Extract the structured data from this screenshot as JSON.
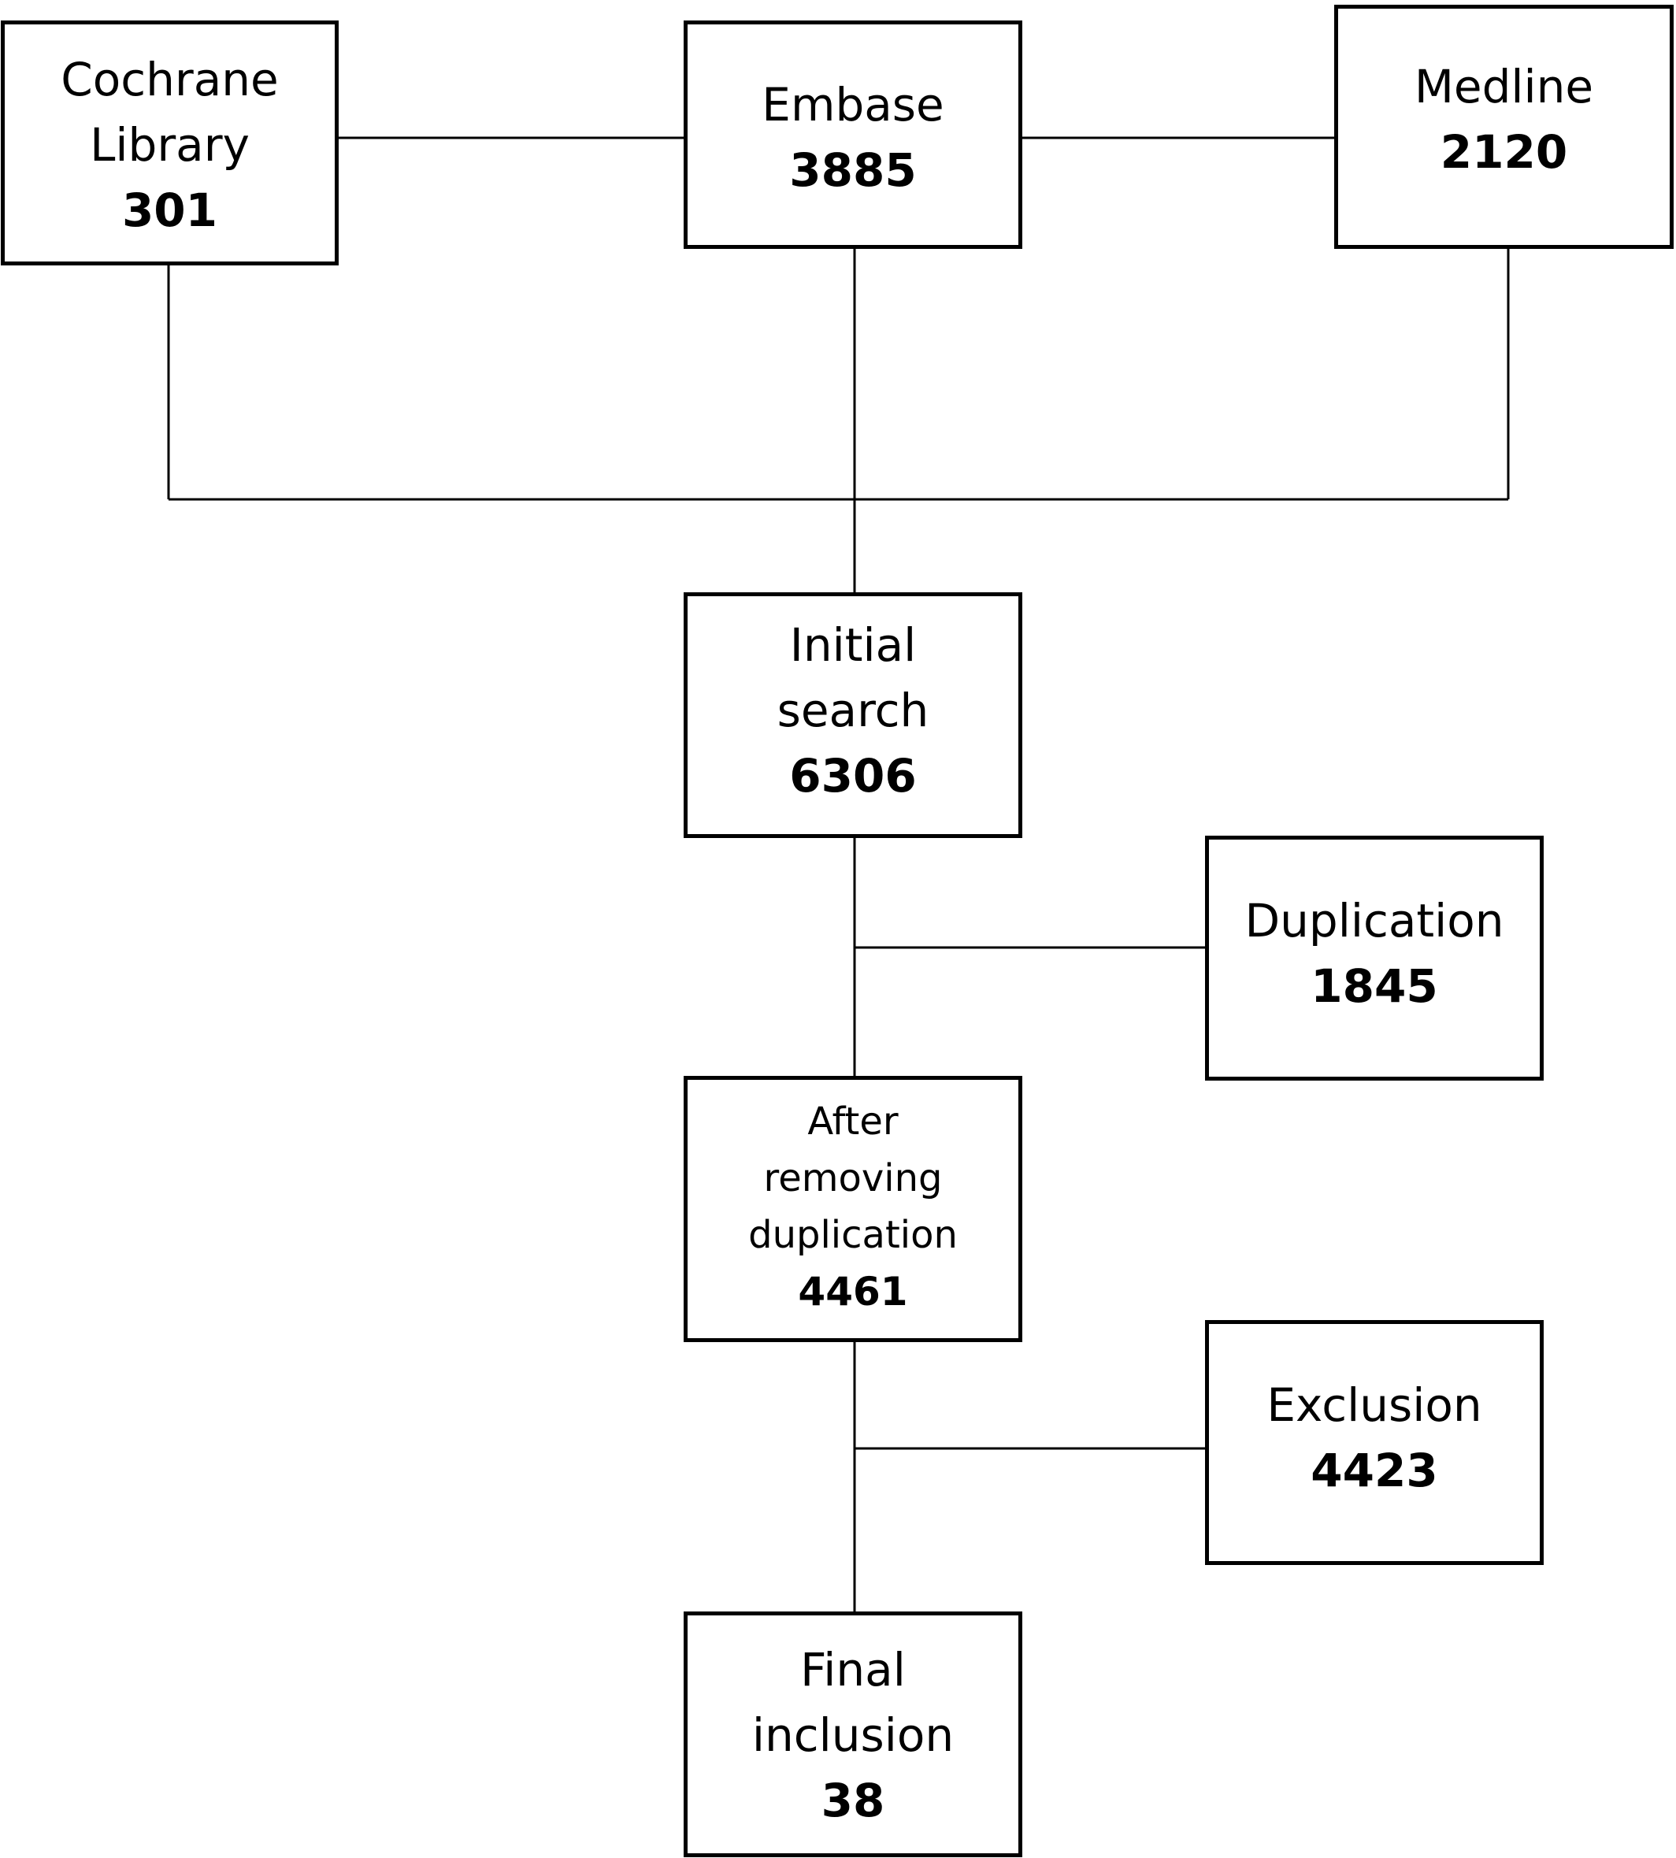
{
  "flow": {
    "sources": {
      "cochrane": {
        "label_line1": "Cochrane",
        "label_line2": "Library",
        "count": "301"
      },
      "embase": {
        "label": "Embase",
        "count": "3885"
      },
      "medline": {
        "label": "Medline",
        "count": "2120"
      }
    },
    "initial_search": {
      "label_line1": "Initial",
      "label_line2": "search",
      "count": "6306"
    },
    "duplication": {
      "label": "Duplication",
      "count": "1845"
    },
    "after_removing": {
      "label_line1": "After",
      "label_line2": "removing",
      "label_line3": "duplication",
      "count": "4461"
    },
    "exclusion": {
      "label": "Exclusion",
      "count": "4423"
    },
    "final_inclusion": {
      "label_line1": "Final",
      "label_line2": "inclusion",
      "count": "38"
    }
  }
}
